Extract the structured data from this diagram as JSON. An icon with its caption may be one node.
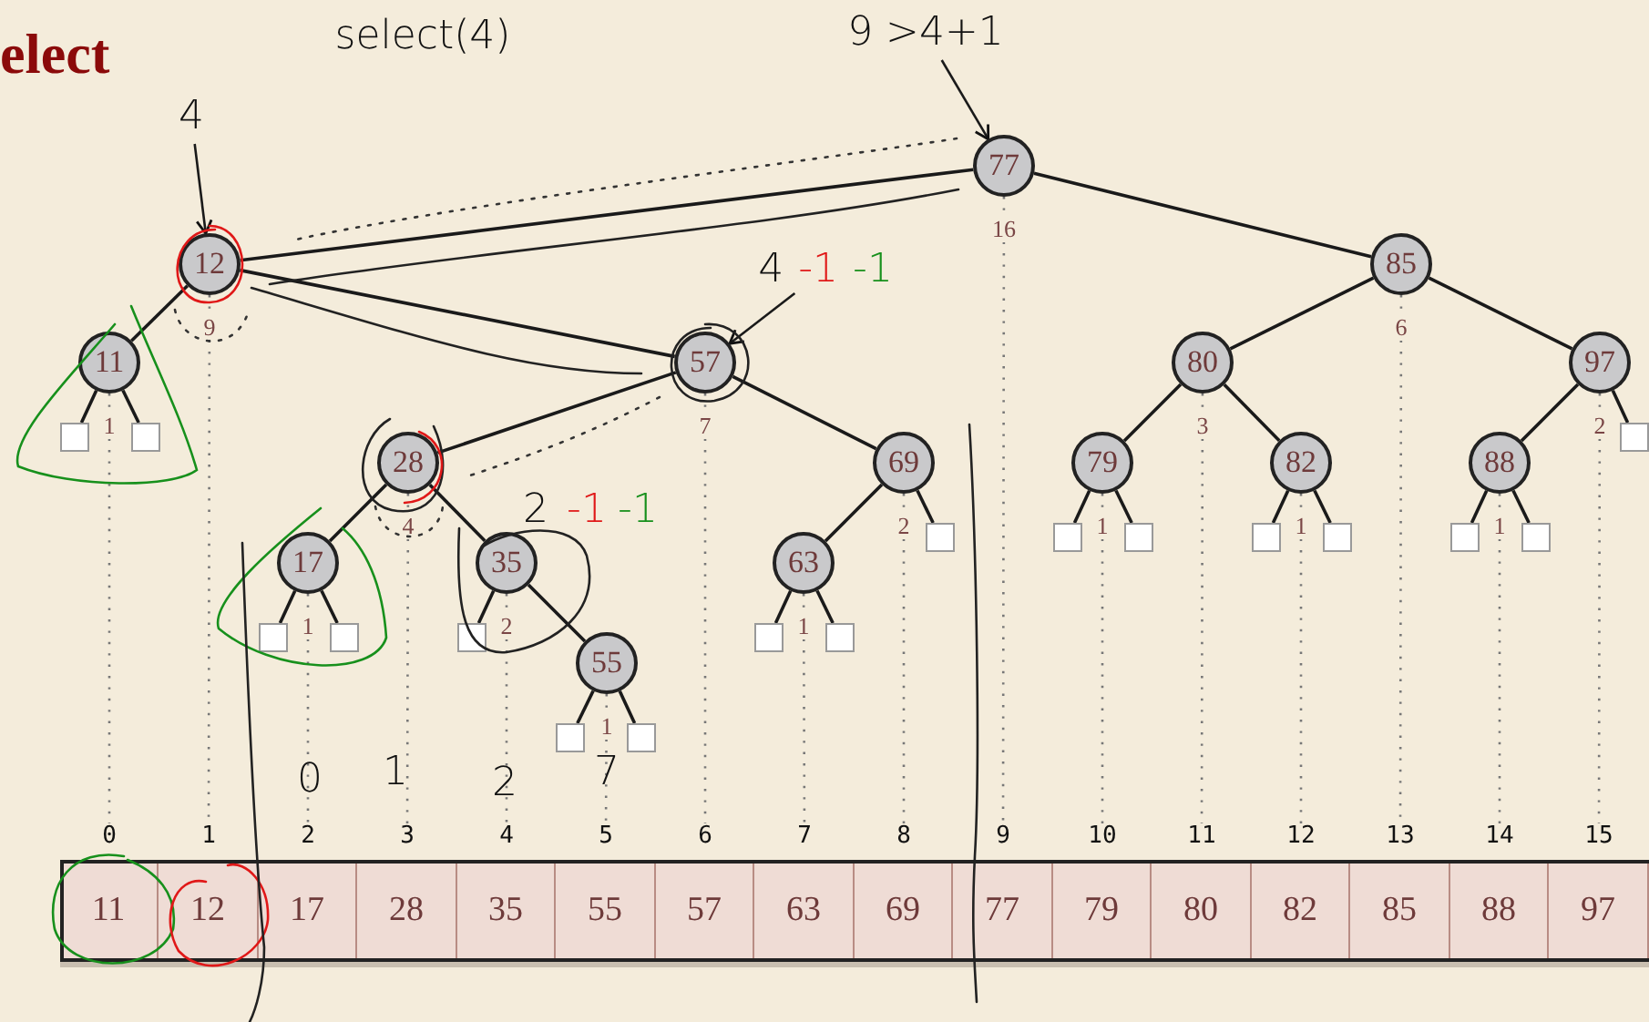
{
  "diagram": {
    "title": "elect",
    "nodes": [
      {
        "text": [
          "4"
        ]
      },
      {
        "text": [
          "9 >4+1"
        ]
      },
      {
        "text": [
          "4",
          "-1",
          "-1"
        ]
      },
      {
        "text": [
          "77"
        ],
        "beside": [
          "16"
        ]
      },
      {
        "text": [
          "12"
        ],
        "beside": [
          "9"
        ]
      },
      {
        "text": [
          "85"
        ],
        "beside": [
          "6"
        ]
      },
      {
        "text": [
          "11"
        ],
        "beside": [
          "1"
        ]
      },
      {
        "text": [
          "57"
        ],
        "beside": [
          "7"
        ]
      },
      {
        "text": [
          "80"
        ],
        "beside": [
          "3"
        ]
      },
      {
        "text": [
          "97"
        ],
        "beside": [
          "2"
        ]
      },
      {
        "text": [
          "28"
        ],
        "beside": [
          "4"
        ]
      },
      {
        "text": [
          "69"
        ],
        "beside": [
          "2"
        ]
      },
      {
        "text": [
          "79"
        ],
        "beside": [
          "1"
        ]
      },
      {
        "text": [
          "82"
        ],
        "beside": [
          "1"
        ]
      },
      {
        "text": [
          "88"
        ],
        "beside": [
          "1"
        ]
      },
      {
        "text": [
          "17"
        ],
        "beside": [
          "1"
        ]
      },
      {
        "text": [
          "35"
        ],
        "beside": [
          "2"
        ]
      },
      {
        "text": [
          "63"
        ],
        "beside": [
          "1"
        ]
      },
      {
        "text": [
          "55"
        ],
        "beside": [
          "1"
        ]
      },
      {
        "text": [],
        "shape": "box"
      },
      {
        "text": [],
        "shape": "box"
      },
      {
        "text": [],
        "shape": "box"
      },
      {
        "text": [],
        "shape": "box"
      },
      {
        "text": [],
        "shape": "box"
      },
      {
        "text": [],
        "shape": "box"
      },
      {
        "text": [],
        "shape": "box"
      },
      {
        "text": [],
        "shape": "box"
      },
      {
        "text": [],
        "shape": "box"
      },
      {
        "text": [],
        "shape": "box"
      },
      {
        "text": [],
        "shape": "box"
      },
      {
        "text": [],
        "shape": "box"
      },
      {
        "text": [],
        "shape": "box"
      },
      {
        "text": [],
        "shape": "box"
      },
      {
        "text": [],
        "shape": "box"
      },
      {
        "text": [],
        "shape": "box"
      },
      {
        "text": [],
        "shape": "box"
      },
      {
        "text": [
          "11"
        ]
      },
      {
        "text": [
          "12"
        ]
      },
      {
        "text": [
          "17"
        ]
      },
      {
        "text": [
          "28"
        ]
      },
      {
        "text": [
          "35"
        ]
      },
      {
        "text": [
          "55"
        ]
      },
      {
        "text": [
          "57"
        ]
      },
      {
        "text": [
          "63"
        ]
      },
      {
        "text": [
          "69"
        ]
      },
      {
        "text": [
          "77"
        ]
      },
      {
        "text": [
          "79"
        ]
      },
      {
        "text": [
          "80"
        ]
      },
      {
        "text": [
          "82"
        ]
      },
      {
        "text": [
          "85"
        ]
      },
      {
        "text": [
          "88"
        ]
      },
      {
        "text": [
          "97"
        ]
      },
      {
        "text": [
          "0"
        ]
      },
      {
        "text": [
          "1"
        ]
      },
      {
        "text": [
          "2"
        ]
      },
      {
        "text": [
          "3"
        ]
      },
      {
        "text": [
          "4"
        ]
      },
      {
        "text": [
          "5"
        ]
      },
      {
        "text": [
          "6"
        ]
      },
      {
        "text": [
          "7"
        ]
      },
      {
        "text": [
          "8"
        ]
      },
      {
        "text": [
          "9"
        ]
      },
      {
        "text": [
          "10"
        ]
      },
      {
        "text": [
          "11"
        ]
      },
      {
        "text": [
          "12"
        ]
      },
      {
        "text": [
          "13"
        ]
      },
      {
        "text": [
          "14"
        ]
      },
      {
        "text": [
          "15"
        ]
      }
    ],
    "edges": [
      {
        "from": 0,
        "to": 4,
        "arrow": "to"
      },
      {
        "from": 1,
        "to": 3,
        "arrow": "to"
      },
      {
        "from": 2,
        "to": 7,
        "arrow": "to"
      },
      {
        "from": 3,
        "to": 4,
        "arrow": "none"
      },
      {
        "from": 3,
        "to": 5,
        "arrow": "none"
      },
      {
        "from": 4,
        "to": 6,
        "arrow": "none"
      },
      {
        "from": 4,
        "to": 7,
        "arrow": "none"
      },
      {
        "from": 5,
        "to": 8,
        "arrow": "none"
      },
      {
        "from": 5,
        "to": 9,
        "arrow": "none"
      },
      {
        "from": 6,
        "to": 19,
        "arrow": "none"
      },
      {
        "from": 6,
        "to": 20,
        "arrow": "none"
      },
      {
        "from": 7,
        "to": 10,
        "arrow": "none"
      },
      {
        "from": 7,
        "to": 11,
        "arrow": "none"
      },
      {
        "from": 8,
        "to": 12,
        "arrow": "none"
      },
      {
        "from": 8,
        "to": 13,
        "arrow": "none"
      },
      {
        "from": 9,
        "to": 14,
        "arrow": "none"
      },
      {
        "from": 9,
        "to": 21,
        "arrow": "none"
      },
      {
        "from": 10,
        "to": 15,
        "arrow": "none"
      },
      {
        "from": 10,
        "to": 16,
        "arrow": "none"
      },
      {
        "from": 11,
        "to": 17,
        "arrow": "none"
      },
      {
        "from": 11,
        "to": 22,
        "arrow": "none"
      },
      {
        "from": 12,
        "to": 23,
        "arrow": "none"
      },
      {
        "from": 12,
        "to": 24,
        "arrow": "none"
      },
      {
        "from": 13,
        "to": 25,
        "arrow": "none"
      },
      {
        "from": 13,
        "to": 26,
        "arrow": "none"
      },
      {
        "from": 14,
        "to": 27,
        "arrow": "none"
      },
      {
        "from": 14,
        "to": 28,
        "arrow": "none"
      },
      {
        "from": 15,
        "to": 29,
        "arrow": "none"
      },
      {
        "from": 15,
        "to": 30,
        "arrow": "none"
      },
      {
        "from": 16,
        "to": 31,
        "arrow": "none"
      },
      {
        "from": 16,
        "to": 18,
        "arrow": "none"
      },
      {
        "from": 17,
        "to": 32,
        "arrow": "none"
      },
      {
        "from": 17,
        "to": 33,
        "arrow": "none"
      },
      {
        "from": 18,
        "to": 34,
        "arrow": "none"
      },
      {
        "from": 18,
        "to": 35,
        "arrow": "none"
      },
      {
        "from": 6,
        "to": 52,
        "arrow": "none",
        "style": "dashed",
        "color": "#777777"
      },
      {
        "from": 4,
        "to": 53,
        "arrow": "none",
        "style": "dashed",
        "color": "#777777"
      },
      {
        "from": 15,
        "to": 54,
        "arrow": "none",
        "style": "dashed",
        "color": "#777777"
      },
      {
        "from": 10,
        "to": 55,
        "arrow": "none",
        "style": "dashed",
        "color": "#777777"
      },
      {
        "from": 16,
        "to": 56,
        "arrow": "none",
        "style": "dashed",
        "color": "#777777"
      },
      {
        "from": 18,
        "to": 57,
        "arrow": "none",
        "style": "dashed",
        "color": "#777777"
      },
      {
        "from": 7,
        "to": 58,
        "arrow": "none",
        "style": "dashed",
        "color": "#777777"
      },
      {
        "from": 17,
        "to": 59,
        "arrow": "none",
        "style": "dashed",
        "color": "#777777"
      },
      {
        "from": 11,
        "to": 60,
        "arrow": "none",
        "style": "dashed",
        "color": "#777777"
      },
      {
        "from": 3,
        "to": 61,
        "arrow": "none",
        "style": "dashed",
        "color": "#777777"
      },
      {
        "from": 12,
        "to": 62,
        "arrow": "none",
        "style": "dashed",
        "color": "#777777"
      },
      {
        "from": 8,
        "to": 63,
        "arrow": "none",
        "style": "dashed",
        "color": "#777777"
      },
      {
        "from": 13,
        "to": 64,
        "arrow": "none",
        "style": "dashed",
        "color": "#777777"
      },
      {
        "from": 5,
        "to": 65,
        "arrow": "none",
        "style": "dashed",
        "color": "#777777"
      },
      {
        "from": 14,
        "to": 66,
        "arrow": "none",
        "style": "dashed",
        "color": "#777777"
      },
      {
        "from": 9,
        "to": 67,
        "arrow": "none",
        "style": "dashed",
        "color": "#777777"
      }
    ],
    "labels": [
      "select(4)",
      "2",
      "-1",
      "-1",
      "0",
      "1",
      "2",
      "7"
    ]
  }
}
